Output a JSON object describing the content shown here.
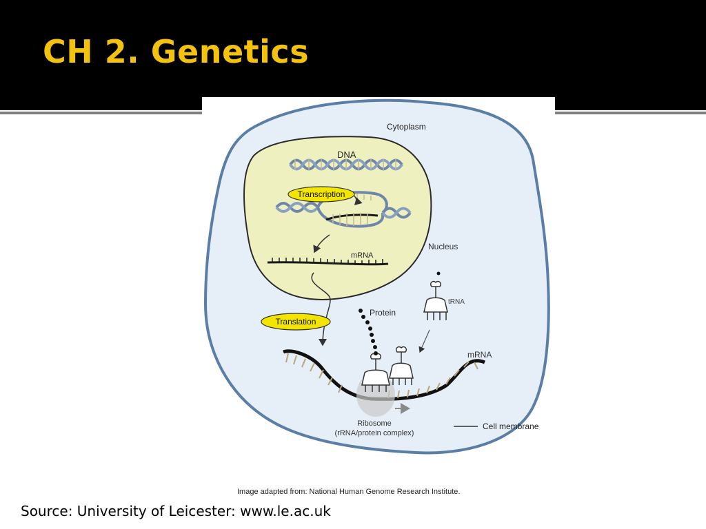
{
  "slide": {
    "title": "CH 2. Genetics",
    "source": "Source: University of Leicester: www.le.ac.uk"
  },
  "diagram": {
    "labels": {
      "cytoplasm": "Cytoplasm",
      "dna": "DNA",
      "transcription": "Transcription",
      "mrna_nucleus": "mRNA",
      "nucleus": "Nucleus",
      "trna": "tRNA",
      "protein": "Protein",
      "translation": "Translation",
      "mrna_cytoplasm": "mRNA",
      "ribosome": "Ribosome",
      "ribosome_detail": "(rRNA/protein complex)",
      "cell_membrane": "Cell membrane"
    },
    "credit": "Image adapted from: National Human Genome Research Institute.",
    "colors": {
      "cytoplasm_fill": "#e6eef8",
      "membrane_stroke": "#5a7ea6",
      "nucleus_fill": "#eef0c0",
      "dna_strand": "#6f86a8",
      "label_highlight": "#f2e600",
      "title": "#f2c20e"
    }
  }
}
